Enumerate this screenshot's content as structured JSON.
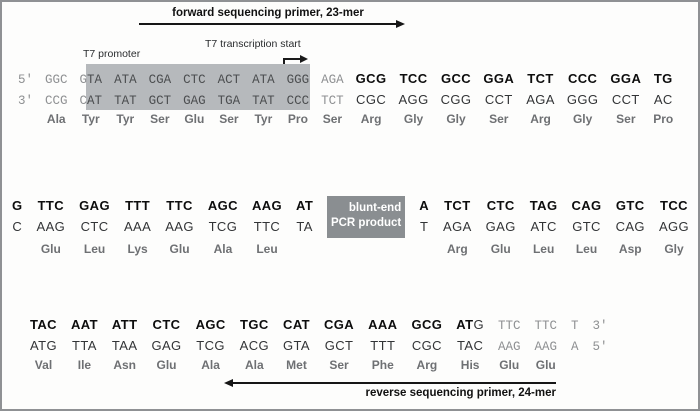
{
  "labels": {
    "forward_primer": "forward sequencing primer, 23-mer",
    "t7_promoter": "T7 promoter",
    "t7_start": "T7 transcription start",
    "blunt_end_line1": "blunt-end",
    "blunt_end_line2": "PCR product",
    "reverse_primer": "reverse sequencing primer, 24-mer"
  },
  "colors": {
    "highlight_gray": "#b6b9bc",
    "box_gray": "#8a8e91",
    "faded_base_gray": "#8e9092",
    "promoter_base_gray": "#4b4d4f",
    "amino_gray": "#6e7073",
    "bold_black": "#0d0d0d"
  },
  "blocks": [
    {
      "name": "top-row",
      "columns": [
        {
          "t": [
            [
              "5'",
              "mg"
            ]
          ],
          "b": [
            [
              "3'",
              "mg"
            ]
          ],
          "a": ""
        },
        {
          "t": [
            [
              "GGC",
              "mg"
            ]
          ],
          "b": [
            [
              "CCG",
              "mg"
            ]
          ],
          "a": "Ala"
        },
        {
          "t": [
            [
              "G",
              "mg"
            ],
            [
              "TA",
              "md"
            ]
          ],
          "b": [
            [
              "C",
              "mg"
            ],
            [
              "AT",
              "md"
            ]
          ],
          "a": "Tyr"
        },
        {
          "t": [
            [
              "ATA",
              "md"
            ]
          ],
          "b": [
            [
              "TAT",
              "md"
            ]
          ],
          "a": "Tyr"
        },
        {
          "t": [
            [
              "CGA",
              "md"
            ]
          ],
          "b": [
            [
              "GCT",
              "md"
            ]
          ],
          "a": "Ser"
        },
        {
          "t": [
            [
              "CTC",
              "md"
            ]
          ],
          "b": [
            [
              "GAG",
              "md"
            ]
          ],
          "a": "Glu"
        },
        {
          "t": [
            [
              "ACT",
              "md"
            ]
          ],
          "b": [
            [
              "TGA",
              "md"
            ]
          ],
          "a": "Ser"
        },
        {
          "t": [
            [
              "ATA",
              "md"
            ]
          ],
          "b": [
            [
              "TAT",
              "md"
            ]
          ],
          "a": "Tyr"
        },
        {
          "t": [
            [
              "GGG",
              "md"
            ]
          ],
          "b": [
            [
              "CCC",
              "md"
            ]
          ],
          "a": "Pro"
        },
        {
          "t": [
            [
              "AGA",
              "mg"
            ]
          ],
          "b": [
            [
              "TCT",
              "mg"
            ]
          ],
          "a": "Ser"
        },
        {
          "t": [
            [
              "GCG",
              "sb"
            ]
          ],
          "b": [
            [
              "CGC",
              "sd"
            ]
          ],
          "a": "Arg"
        },
        {
          "t": [
            [
              "TCC",
              "sb"
            ]
          ],
          "b": [
            [
              "AGG",
              "sd"
            ]
          ],
          "a": "Gly"
        },
        {
          "t": [
            [
              "GCC",
              "sb"
            ]
          ],
          "b": [
            [
              "CGG",
              "sd"
            ]
          ],
          "a": "Gly"
        },
        {
          "t": [
            [
              "GGA",
              "sb"
            ]
          ],
          "b": [
            [
              "CCT",
              "sd"
            ]
          ],
          "a": "Ser"
        },
        {
          "t": [
            [
              "TCT",
              "sb"
            ]
          ],
          "b": [
            [
              "AGA",
              "sd"
            ]
          ],
          "a": "Arg"
        },
        {
          "t": [
            [
              "CCC",
              "sb"
            ]
          ],
          "b": [
            [
              "GGG",
              "sd"
            ]
          ],
          "a": "Gly"
        },
        {
          "t": [
            [
              "GGA",
              "sb"
            ]
          ],
          "b": [
            [
              "CCT",
              "sd"
            ]
          ],
          "a": "Ser"
        },
        {
          "t": [
            [
              "TG",
              "sb"
            ]
          ],
          "b": [
            [
              "AC",
              "sd"
            ]
          ],
          "a": "Pro"
        }
      ]
    },
    {
      "name": "middle-row",
      "columns": [
        {
          "t": [
            [
              "G",
              "sb"
            ]
          ],
          "b": [
            [
              "C",
              "sd"
            ]
          ],
          "a": ""
        },
        {
          "t": [
            [
              "TTC",
              "sb"
            ]
          ],
          "b": [
            [
              "AAG",
              "sd"
            ]
          ],
          "a": "Glu"
        },
        {
          "t": [
            [
              "GAG",
              "sb"
            ]
          ],
          "b": [
            [
              "CTC",
              "sd"
            ]
          ],
          "a": "Leu"
        },
        {
          "t": [
            [
              "TTT",
              "sb"
            ]
          ],
          "b": [
            [
              "AAA",
              "sd"
            ]
          ],
          "a": "Lys"
        },
        {
          "t": [
            [
              "TTC",
              "sb"
            ]
          ],
          "b": [
            [
              "AAG",
              "sd"
            ]
          ],
          "a": "Glu"
        },
        {
          "t": [
            [
              "AGC",
              "sb"
            ]
          ],
          "b": [
            [
              "TCG",
              "sd"
            ]
          ],
          "a": "Ala"
        },
        {
          "t": [
            [
              "AAG",
              "sb"
            ]
          ],
          "b": [
            [
              "TTC",
              "sd"
            ]
          ],
          "a": "Leu"
        },
        {
          "t": [
            [
              "AT",
              "sb"
            ]
          ],
          "b": [
            [
              "TA",
              "sd"
            ]
          ],
          "a": ""
        },
        {
          "pcr_box": true
        },
        {
          "t": [
            [
              "A",
              "sb"
            ]
          ],
          "b": [
            [
              "T",
              "sd"
            ]
          ],
          "a": ""
        },
        {
          "t": [
            [
              "TCT",
              "sb"
            ]
          ],
          "b": [
            [
              "AGA",
              "sd"
            ]
          ],
          "a": "Arg"
        },
        {
          "t": [
            [
              "CTC",
              "sb"
            ]
          ],
          "b": [
            [
              "GAG",
              "sd"
            ]
          ],
          "a": "Glu"
        },
        {
          "t": [
            [
              "TAG",
              "sb"
            ]
          ],
          "b": [
            [
              "ATC",
              "sd"
            ]
          ],
          "a": "Leu"
        },
        {
          "t": [
            [
              "CAG",
              "sb"
            ]
          ],
          "b": [
            [
              "GTC",
              "sd"
            ]
          ],
          "a": "Leu"
        },
        {
          "t": [
            [
              "GTC",
              "sb"
            ]
          ],
          "b": [
            [
              "CAG",
              "sd"
            ]
          ],
          "a": "Asp"
        },
        {
          "t": [
            [
              "TCC",
              "sb"
            ]
          ],
          "b": [
            [
              "AGG",
              "sd"
            ]
          ],
          "a": "Gly"
        }
      ]
    },
    {
      "name": "bottom-row",
      "columns": [
        {
          "t": [
            [
              "TAC",
              "sb"
            ]
          ],
          "b": [
            [
              "ATG",
              "sd"
            ]
          ],
          "a": "Val"
        },
        {
          "t": [
            [
              "AAT",
              "sb"
            ]
          ],
          "b": [
            [
              "TTA",
              "sd"
            ]
          ],
          "a": "Ile"
        },
        {
          "t": [
            [
              "ATT",
              "sb"
            ]
          ],
          "b": [
            [
              "TAA",
              "sd"
            ]
          ],
          "a": "Asn"
        },
        {
          "t": [
            [
              "CTC",
              "sb"
            ]
          ],
          "b": [
            [
              "GAG",
              "sd"
            ]
          ],
          "a": "Glu"
        },
        {
          "t": [
            [
              "AGC",
              "sb"
            ]
          ],
          "b": [
            [
              "TCG",
              "sd"
            ]
          ],
          "a": "Ala"
        },
        {
          "t": [
            [
              "TGC",
              "sb"
            ]
          ],
          "b": [
            [
              "ACG",
              "sd"
            ]
          ],
          "a": "Ala"
        },
        {
          "t": [
            [
              "CAT",
              "sb"
            ]
          ],
          "b": [
            [
              "GTA",
              "sd"
            ]
          ],
          "a": "Met"
        },
        {
          "t": [
            [
              "CGA",
              "sb"
            ]
          ],
          "b": [
            [
              "GCT",
              "sd"
            ]
          ],
          "a": "Ser"
        },
        {
          "t": [
            [
              "AAA",
              "sb"
            ]
          ],
          "b": [
            [
              "TTT",
              "sd"
            ]
          ],
          "a": "Phe"
        },
        {
          "t": [
            [
              "GCG",
              "sb"
            ]
          ],
          "b": [
            [
              "CGC",
              "sd"
            ]
          ],
          "a": "Arg"
        },
        {
          "t": [
            [
              "AT",
              "sb"
            ],
            [
              "G",
              "sd"
            ]
          ],
          "b": [
            [
              "TAC",
              "sd"
            ]
          ],
          "a": "His"
        },
        {
          "t": [
            [
              "TTC",
              "mg"
            ]
          ],
          "b": [
            [
              "AAG",
              "mg"
            ]
          ],
          "a": "Glu"
        },
        {
          "t": [
            [
              "TTC",
              "mg"
            ]
          ],
          "b": [
            [
              "AAG",
              "mg"
            ]
          ],
          "a": "Glu"
        },
        {
          "t": [
            [
              "T",
              "mg"
            ]
          ],
          "b": [
            [
              "A",
              "mg"
            ]
          ],
          "a": ""
        },
        {
          "t": [
            [
              "3'",
              "mg"
            ]
          ],
          "b": [
            [
              "5'",
              "mg"
            ]
          ],
          "a": ""
        }
      ]
    }
  ]
}
